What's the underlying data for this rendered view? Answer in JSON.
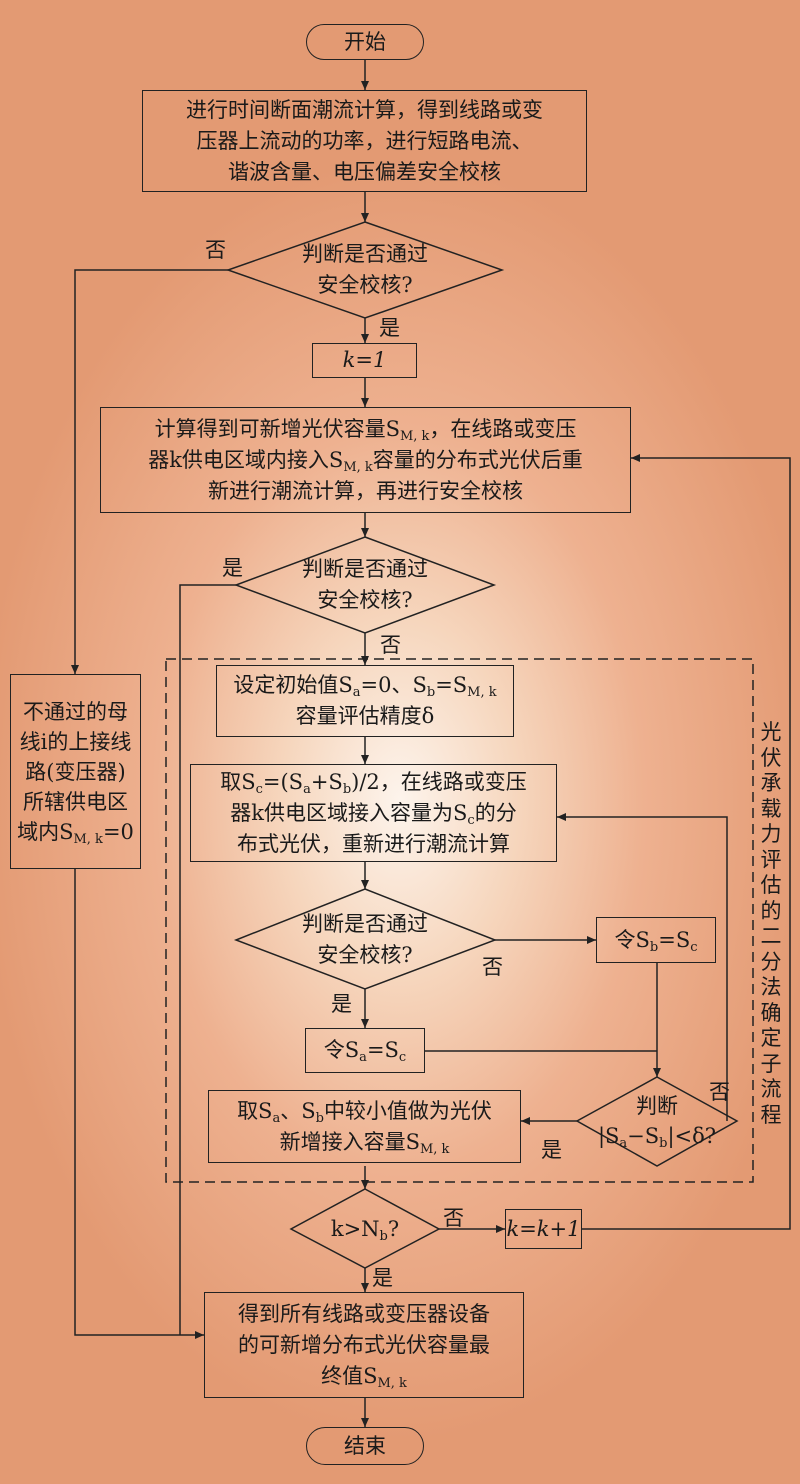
{
  "nodes": {
    "start": "开始",
    "end": "结束",
    "step1": [
      "进行时间断面潮流计算，得到线路或变",
      "压器上流动的功率，进行短路电流、",
      "谐波含量、电压偏差安全校核"
    ],
    "decision1": [
      "判断是否通过",
      "安全校核?"
    ],
    "k_init": "k=1",
    "step2_l1_pre": "计算得到可新增光伏容量S",
    "step2_l1_post": "，在线路或变压",
    "step2_l2_pre": "器k供电区域内接入S",
    "step2_l2_post": "容量的分布式光伏后重",
    "step2_l3": "新进行潮流计算，再进行安全校核",
    "decision2": [
      "判断是否通过",
      "安全校核?"
    ],
    "fail_box": [
      "不通过的母",
      "线i的上接线",
      "路(变压器)",
      "所辖供电区",
      "域内S",
      "=0"
    ],
    "init_l1": "设定初始值S",
    "init_l1b": "=0、S",
    "init_l1c": "=S",
    "init_l2": "容量评估精度δ",
    "bisect_l1a": "取S",
    "bisect_l1b": "=(S",
    "bisect_l1c": "+S",
    "bisect_l1d": ")/2，在线路或变压",
    "bisect_l2a": "器k供电区域接入容量为S",
    "bisect_l2b": "的分",
    "bisect_l3": "布式光伏，重新进行潮流计算",
    "decision3": [
      "判断是否通过",
      "安全校核?"
    ],
    "set_sb": "令S",
    "set_sa": "令S",
    "decision4_l1": "判断",
    "pick_l1a": "取S",
    "pick_l1b": "、S",
    "pick_l1c": "中较小值做为光伏",
    "pick_l2": "新增接入容量S",
    "decision5": "k>N",
    "k_inc": "k=k+1",
    "final_l1": "得到所有线路或变压器设备",
    "final_l2": "的可新增分布式光伏容量最",
    "final_l3": "终值S",
    "sub_mk": "M, k",
    "sub_a": "a",
    "sub_b": "b",
    "sub_c": "c"
  },
  "edge_labels": {
    "d1_no": "否",
    "d1_yes": "是",
    "d2_yes": "是",
    "d2_no": "否",
    "d3_no": "否",
    "d3_yes": "是",
    "d4_no": "否",
    "d4_yes": "是",
    "d5_no": "否",
    "d5_yes": "是"
  },
  "subprocess_label": "光伏承载力评估的二分法确定子流程"
}
